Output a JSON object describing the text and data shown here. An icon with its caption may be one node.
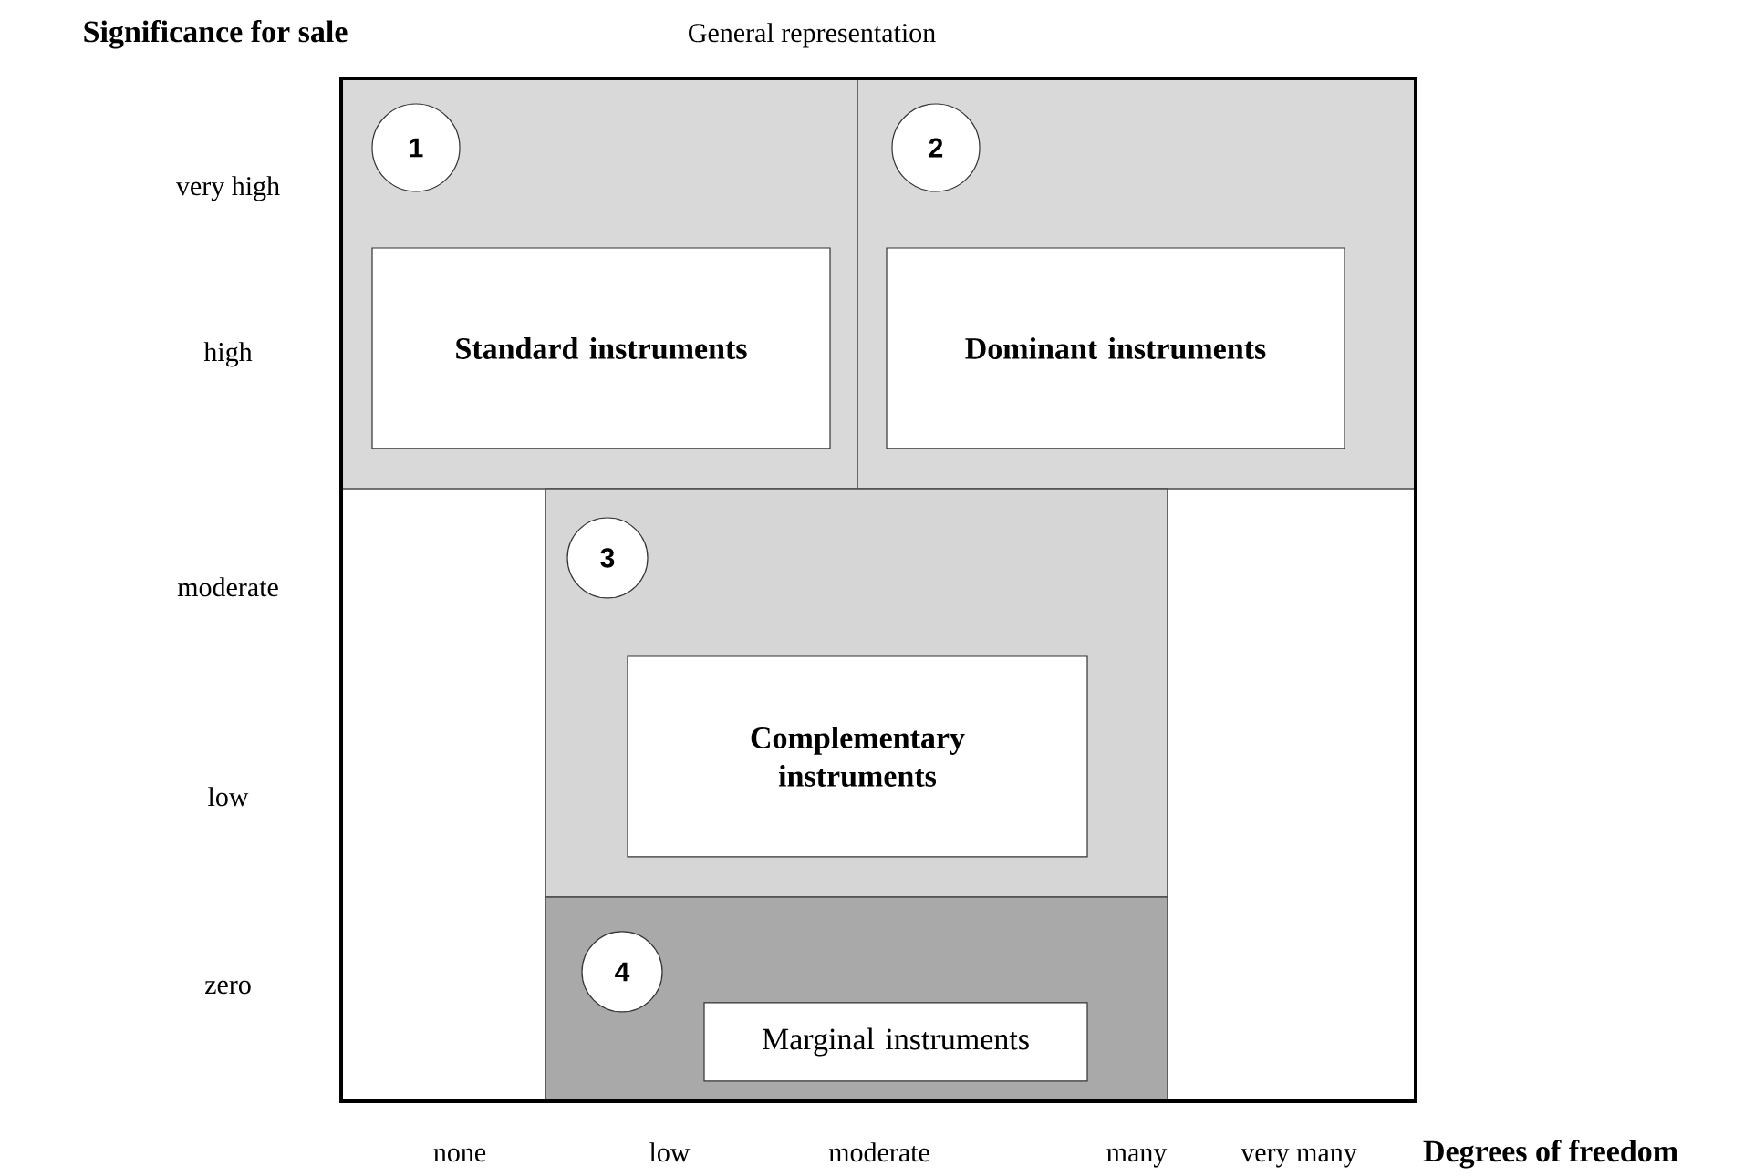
{
  "diagram": {
    "nodes": [
      {
        "text": [],
        "shape": "box"
      },
      {
        "text": [
          "1"
        ],
        "in": 0
      },
      {
        "text": [
          "Standard instruments"
        ],
        "in": 0
      },
      {
        "text": [],
        "shape": "box"
      },
      {
        "text": [
          "2"
        ],
        "in": 3
      },
      {
        "text": [
          "Dominant instruments"
        ],
        "in": 3
      },
      {
        "text": [],
        "shape": "box"
      },
      {
        "text": [
          "3"
        ],
        "in": 6
      },
      {
        "text": [
          "Complementary instruments"
        ],
        "in": 6
      },
      {
        "text": [],
        "shape": "box"
      },
      {
        "text": [
          "4"
        ],
        "in": 9
      },
      {
        "text": [
          "Marginal instruments"
        ],
        "in": 9
      }
    ],
    "edges": [],
    "labels": [
      "Significance for sale",
      "General representation",
      "very high",
      "high",
      "moderate",
      "low",
      "zero",
      "none",
      "low",
      "moderate",
      "many",
      "very many",
      "Degrees of freedom"
    ]
  }
}
